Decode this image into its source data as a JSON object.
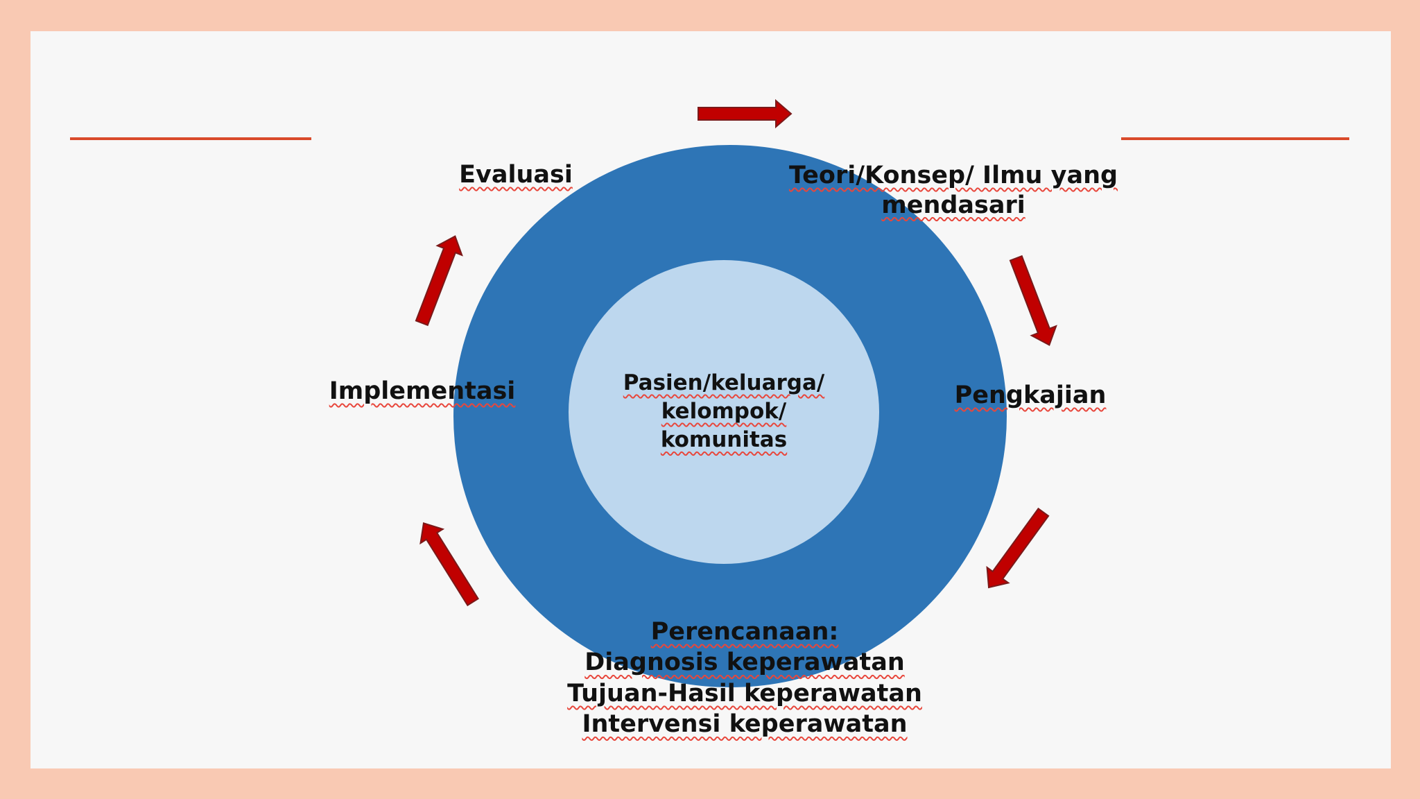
{
  "colors": {
    "frame": "#f9c9b3",
    "slide": "#f7f7f7",
    "accent_line": "#d94a2b",
    "outer_circle": "#2e75b6",
    "inner_circle": "#bdd7ee",
    "arrow": "#c00000"
  },
  "diagram": {
    "center": {
      "lines": [
        "Pasien/keluarga/",
        "kelompok/",
        "komunitas"
      ]
    },
    "nodes": {
      "teori": {
        "lines": [
          "Teori/Konsep/ Ilmu yang",
          "mendasari"
        ]
      },
      "pengkajian": {
        "lines": [
          "Pengkajian"
        ]
      },
      "perencanaan": {
        "lines": [
          "Perencanaan:",
          "Diagnosis keperawatan",
          "Tujuan-Hasil keperawatan",
          "Intervensi keperawatan"
        ]
      },
      "implementasi": {
        "lines": [
          "Implementasi"
        ]
      },
      "evaluasi": {
        "lines": [
          "Evaluasi"
        ]
      }
    },
    "arrow_icons": [
      "arrow-right-icon",
      "arrow-down-right-icon",
      "arrow-down-left-icon",
      "arrow-up-left-icon",
      "arrow-up-right-icon"
    ]
  }
}
